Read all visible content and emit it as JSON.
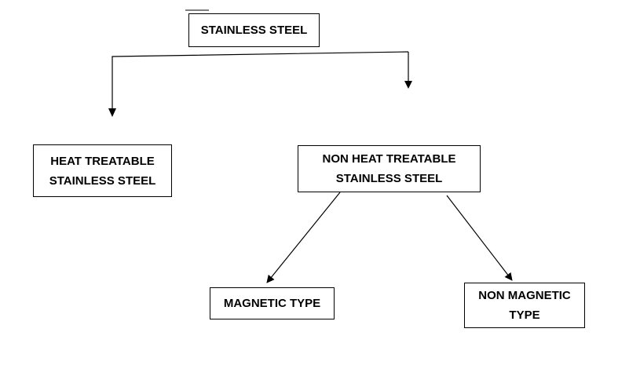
{
  "diagram": {
    "root": {
      "lines": [
        "STAINLESS STEEL"
      ]
    },
    "heat_treatable": {
      "lines": [
        "HEAT TREATABLE",
        "STAINLESS STEEL"
      ]
    },
    "non_heat_treatable": {
      "lines": [
        "NON HEAT TREATABLE",
        "STAINLESS STEEL"
      ]
    },
    "magnetic": {
      "lines": [
        "MAGNETIC TYPE"
      ]
    },
    "non_magnetic": {
      "lines": [
        "NON MAGNETIC",
        "TYPE"
      ]
    }
  },
  "colors": {
    "line": "#000000",
    "text": "#000000",
    "background": "#ffffff"
  }
}
